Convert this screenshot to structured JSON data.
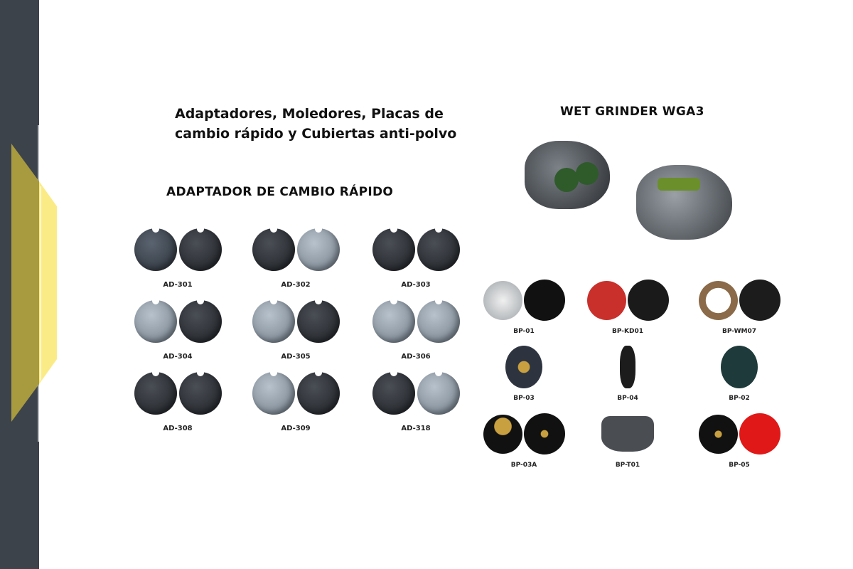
{
  "header": {
    "title": "Adaptadores, Moledores, Placas de cambio rápido y Cubiertas anti-polvo"
  },
  "adapter_section": {
    "title": "ADAPTADOR DE CAMBIO RÁPIDO",
    "items": [
      {
        "label": "AD-301"
      },
      {
        "label": "AD-302"
      },
      {
        "label": "AD-303"
      },
      {
        "label": "AD-304"
      },
      {
        "label": "AD-305"
      },
      {
        "label": "AD-306"
      },
      {
        "label": "AD-308"
      },
      {
        "label": "AD-309"
      },
      {
        "label": "AD-318"
      }
    ]
  },
  "grinder_section": {
    "title": "WET GRINDER WGA3",
    "items": [
      {
        "label": "BP-01"
      },
      {
        "label": "BP-KD01"
      },
      {
        "label": "BP-WM07"
      },
      {
        "label": "BP-03"
      },
      {
        "label": "BP-04"
      },
      {
        "label": "BP-02"
      },
      {
        "label": "BP-03A"
      },
      {
        "label": "BP-T01"
      },
      {
        "label": "BP-05"
      }
    ]
  },
  "colors": {
    "sidebar": "#3d434b",
    "accent_dark": "#a89a3e",
    "accent_light": "#fbeb86"
  }
}
